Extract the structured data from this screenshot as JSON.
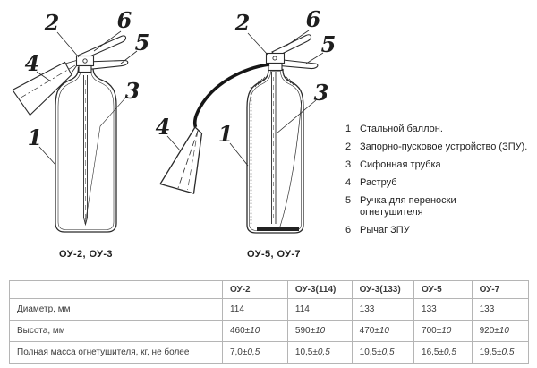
{
  "colors": {
    "line": "#2b2b2b",
    "text": "#1f1f1f",
    "table_border": "#b5b5b5",
    "table_text": "#3c3c3c",
    "background": "#ffffff"
  },
  "diagrams": {
    "left": {
      "caption": "ОУ-2, ОУ-3",
      "callouts": [
        "1",
        "2",
        "3",
        "4",
        "5",
        "6"
      ]
    },
    "right": {
      "caption": "ОУ-5, ОУ-7",
      "callouts": [
        "1",
        "2",
        "3",
        "4",
        "5",
        "6"
      ]
    }
  },
  "legend": {
    "items": [
      {
        "num": "1",
        "text": "Стальной баллон."
      },
      {
        "num": "2",
        "text": "Запорно-пусковое устройство (ЗПУ)."
      },
      {
        "num": "3",
        "text": "Сифонная трубка"
      },
      {
        "num": "4",
        "text": "Раструб"
      },
      {
        "num": "5",
        "text": "Ручка для переноски\nогнетушителя"
      },
      {
        "num": "6",
        "text": "Рычаг ЗПУ"
      }
    ]
  },
  "table": {
    "col_headers": [
      "",
      "ОУ-2",
      "ОУ-3(114)",
      "ОУ-3(133)",
      "ОУ-5",
      "ОУ-7"
    ],
    "rows": [
      {
        "label": "Диаметр, мм",
        "cells": [
          {
            "v": "114",
            "t": ""
          },
          {
            "v": "114",
            "t": ""
          },
          {
            "v": "133",
            "t": ""
          },
          {
            "v": "133",
            "t": ""
          },
          {
            "v": "133",
            "t": ""
          }
        ]
      },
      {
        "label": "Высота, мм",
        "cells": [
          {
            "v": "460",
            "t": "±10"
          },
          {
            "v": "590",
            "t": "±10"
          },
          {
            "v": "470",
            "t": "±10"
          },
          {
            "v": "700",
            "t": "±10"
          },
          {
            "v": "920",
            "t": "±10"
          }
        ]
      },
      {
        "label": "Полная масса огнетушителя, кг, не более",
        "cells": [
          {
            "v": "7,0",
            "t": "±0,5"
          },
          {
            "v": "10,5",
            "t": "±0,5"
          },
          {
            "v": "10,5",
            "t": "±0,5"
          },
          {
            "v": "16,5",
            "t": "±0,5"
          },
          {
            "v": "19,5",
            "t": "±0,5"
          }
        ]
      }
    ]
  }
}
